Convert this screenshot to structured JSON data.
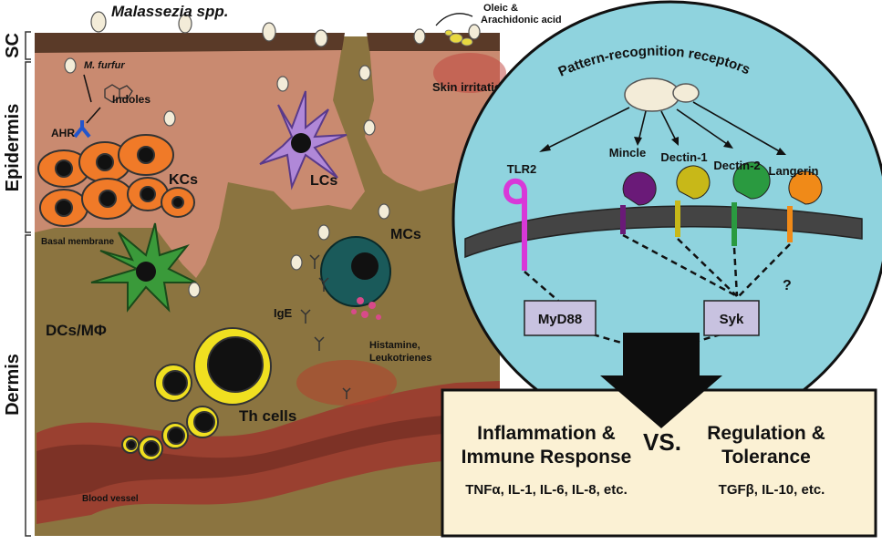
{
  "layers": {
    "sc": "SC",
    "epidermis": "Epidermis",
    "dermis": "Dermis"
  },
  "labels": {
    "malassezia": "Malassezia spp.",
    "oleic": "Oleic &",
    "arachidonic": "Arachidonic acid",
    "m_furfur": "M. furfur",
    "indoles": "Indoles",
    "ahr": "AHR",
    "skin_irritation": "Skin irritation",
    "kcs": "KCs",
    "lcs": "LCs",
    "basal_membrane": "Basal membrane",
    "mcs": "MCs",
    "dcs": "DCs/MΦ",
    "ige": "IgE",
    "histamine": "Histamine,",
    "leukotrienes": "Leukotrienes",
    "th_cells": "Th cells",
    "blood_vessel": "Blood vessel"
  },
  "prr": {
    "title": "Pattern-recognition receptors",
    "receptors": [
      "TLR2",
      "Mincle",
      "Dectin-1",
      "Dectin-2",
      "Langerin"
    ],
    "myd88": "MyD88",
    "syk": "Syk",
    "unknown": "?"
  },
  "outcomes": {
    "left_line1": "Inflammation &",
    "left_line2": "Immune Response",
    "vs": "VS.",
    "right_line1": "Regulation &",
    "right_line2": "Tolerance",
    "left_cytokines": "TNFα, IL-1, IL-6, IL-8, etc.",
    "right_cytokines": "TGFβ, IL-10, etc."
  },
  "colors": {
    "dermis": "#8b7440",
    "epidermis": "#c98a70",
    "stratum_corneum": "#5a3a28",
    "circle": "#8fd3de",
    "tlr2": "#d838d8",
    "mincle": "#6a1a78",
    "dectin1": "#c8b818",
    "dectin2": "#2a9a40",
    "langerin": "#f08a18",
    "keratinocyte": "#f07a28",
    "langerhans": "#b088d8",
    "dendritic": "#3a9a3a",
    "mast_cell": "#1a5a5a",
    "th_cell": "#f0e020",
    "outcome_box": "#fbf1d4"
  }
}
